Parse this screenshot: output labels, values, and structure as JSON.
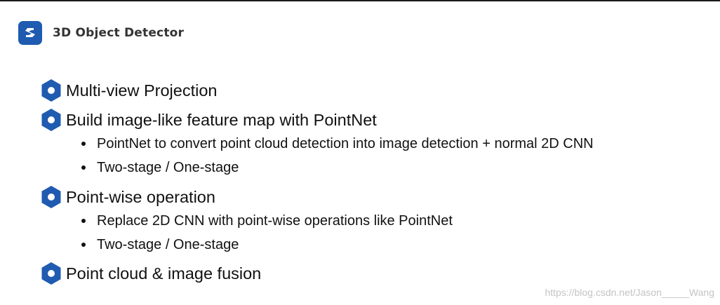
{
  "header": {
    "title": "3D Object Detector",
    "logo_icon": "blue-rounded-square-s-logo-icon",
    "accent_color": "#1f5bb0"
  },
  "bullets": [
    {
      "text": "Multi-view Projection",
      "sub": []
    },
    {
      "text": "Build image-like feature map with PointNet",
      "sub": [
        "PointNet to convert point cloud detection into image detection + normal 2D CNN",
        "Two-stage / One-stage"
      ]
    },
    {
      "text": "Point-wise operation",
      "sub": [
        "Replace 2D CNN with point-wise operations like PointNet",
        "Two-stage / One-stage"
      ]
    },
    {
      "text": "Point cloud & image fusion",
      "sub": []
    }
  ],
  "bullet_icon": "blue-hexagon-bullet-icon",
  "watermark": "https://blog.csdn.net/Jason_____Wang"
}
